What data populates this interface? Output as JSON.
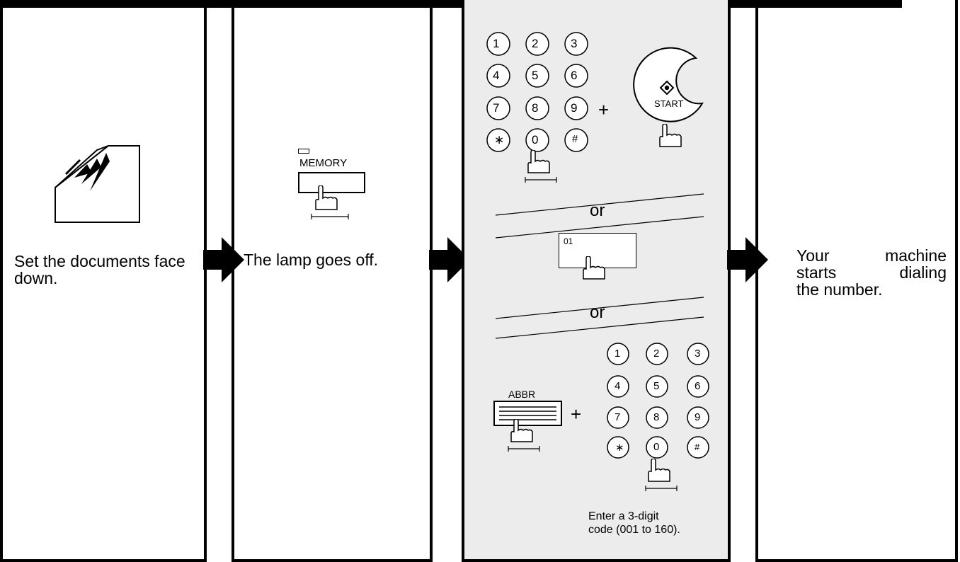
{
  "steps": [
    {
      "text": "Set the documents face down."
    },
    {
      "text": "The lamp goes off.",
      "button_label": "MEMORY"
    },
    {
      "keypad": [
        "1",
        "2",
        "3",
        "4",
        "5",
        "6",
        "7",
        "8",
        "9",
        "∗",
        "0",
        "#"
      ],
      "plus": "+",
      "start_label": "START",
      "or_1": "or",
      "onetouch_label": "01",
      "or_2": "or",
      "abbr_label": "ABBR",
      "note_line1": "Enter a 3-digit",
      "note_line2": "code (001 to 160)."
    },
    {
      "line1": "Your machine",
      "line2": "starts dialing",
      "line3": "the number."
    }
  ]
}
